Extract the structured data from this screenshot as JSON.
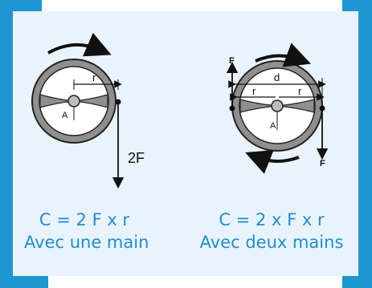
{
  "colors": {
    "accent": "#1e96d2",
    "panel": "#e9f3fb",
    "caption_text": "#1e8fcf",
    "wheel": "#8a8a8a",
    "ink": "#111111"
  },
  "left_figure": {
    "label_r": "r",
    "label_A": "A",
    "label_force": "2F",
    "formula": "C = 2 F x r",
    "caption": "Avec une main"
  },
  "right_figure": {
    "label_F_top": "F",
    "label_d": "d",
    "label_r_left": "r",
    "label_r_right": "r",
    "label_A": "A",
    "label_F_bottom": "F",
    "formula": "C = 2 x F x r",
    "caption": "Avec deux mains"
  }
}
